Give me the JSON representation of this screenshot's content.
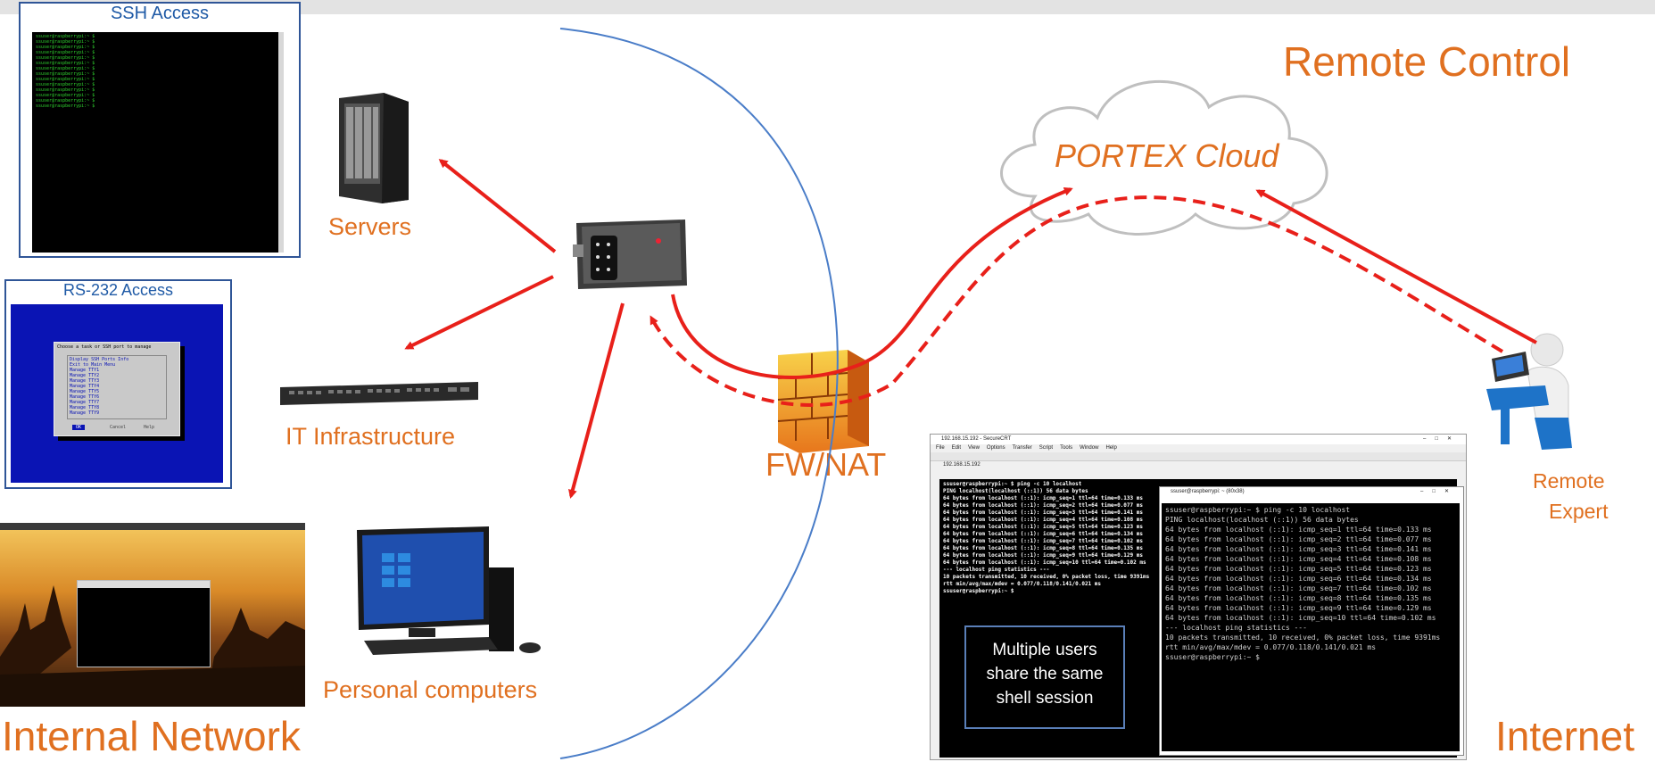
{
  "title": "Remote Control",
  "labels": {
    "internal_network": "Internal Network",
    "internet": "Internet",
    "cloud": "PORTEX Cloud",
    "firewall": "FW/NAT",
    "servers": "Servers",
    "it_infrastructure": "IT Infrastructure",
    "personal_computers": "Personal computers",
    "remote_expert_line1": "Remote",
    "remote_expert_line2": "Expert",
    "multi_user_line1": "Multiple users",
    "multi_user_line2": "share the same",
    "multi_user_line3": "shell session"
  },
  "ssh_panel": {
    "title": "SSH Access",
    "prompt_lines": [
      "ssuser@raspberrypi:~ $",
      "ssuser@raspberrypi:~ $",
      "ssuser@raspberrypi:~ $",
      "ssuser@raspberrypi:~ $",
      "ssuser@raspberrypi:~ $",
      "ssuser@raspberrypi:~ $",
      "ssuser@raspberrypi:~ $",
      "ssuser@raspberrypi:~ $",
      "ssuser@raspberrypi:~ $",
      "ssuser@raspberrypi:~ $",
      "ssuser@raspberrypi:~ $",
      "ssuser@raspberrypi:~ $",
      "ssuser@raspberrypi:~ $",
      "ssuser@raspberrypi:~ $"
    ]
  },
  "rs232_panel": {
    "title": "RS-232 Access",
    "menu_header": "Choose a task or SSH port to manage",
    "menu_items": [
      "Display SSH Ports Info",
      "Exit to Main Menu",
      "Manage TTY1",
      "Manage TTY2",
      "Manage TTY3",
      "Manage TTY4",
      "Manage TTY5",
      "Manage TTY6",
      "Manage TTY7",
      "Manage TTY8",
      "Manage TTY9"
    ],
    "ok_label": "OK",
    "cancel_label": "Cancel",
    "help_label": "Help"
  },
  "crt_window": {
    "title": "192.168.15.192 - SecureCRT",
    "menu": [
      "File",
      "Edit",
      "View",
      "Options",
      "Transfer",
      "Script",
      "Tools",
      "Window",
      "Help"
    ],
    "tab": "192.168.15.192",
    "lines": [
      "ssuser@raspberrypi:~ $ ping -c 10 localhost",
      "PING localhost(localhost (::1)) 56 data bytes",
      "64 bytes from localhost (::1): icmp_seq=1 ttl=64 time=0.133 ms",
      "64 bytes from localhost (::1): icmp_seq=2 ttl=64 time=0.077 ms",
      "64 bytes from localhost (::1): icmp_seq=3 ttl=64 time=0.141 ms",
      "64 bytes from localhost (::1): icmp_seq=4 ttl=64 time=0.108 ms",
      "64 bytes from localhost (::1): icmp_seq=5 ttl=64 time=0.123 ms",
      "64 bytes from localhost (::1): icmp_seq=6 ttl=64 time=0.134 ms",
      "64 bytes from localhost (::1): icmp_seq=7 ttl=64 time=0.102 ms",
      "64 bytes from localhost (::1): icmp_seq=8 ttl=64 time=0.135 ms",
      "64 bytes from localhost (::1): icmp_seq=9 ttl=64 time=0.129 ms",
      "64 bytes from localhost (::1): icmp_seq=10 ttl=64 time=0.102 ms",
      "",
      "--- localhost ping statistics ---",
      "10 packets transmitted, 10 received, 0% packet loss, time 9391ms",
      "rtt min/avg/max/mdev = 0.077/0.118/0.141/0.021 ms",
      "ssuser@raspberrypi:~ $"
    ]
  },
  "putty_window": {
    "title": "ssuser@raspberrypi: ~ (80x38)",
    "lines": [
      "ssuser@raspberrypi:~ $ ping -c 10 localhost",
      "PING localhost(localhost (::1)) 56 data bytes",
      "64 bytes from localhost (::1): icmp_seq=1 ttl=64 time=0.133 ms",
      "64 bytes from localhost (::1): icmp_seq=2 ttl=64 time=0.077 ms",
      "64 bytes from localhost (::1): icmp_seq=3 ttl=64 time=0.141 ms",
      "64 bytes from localhost (::1): icmp_seq=4 ttl=64 time=0.108 ms",
      "64 bytes from localhost (::1): icmp_seq=5 ttl=64 time=0.123 ms",
      "64 bytes from localhost (::1): icmp_seq=6 ttl=64 time=0.134 ms",
      "64 bytes from localhost (::1): icmp_seq=7 ttl=64 time=0.102 ms",
      "64 bytes from localhost (::1): icmp_seq=8 ttl=64 time=0.135 ms",
      "64 bytes from localhost (::1): icmp_seq=9 ttl=64 time=0.129 ms",
      "64 bytes from localhost (::1): icmp_seq=10 ttl=64 time=0.102 ms",
      "",
      "--- localhost ping statistics ---",
      "10 packets transmitted, 10 received, 0% packet loss, time 9391ms",
      "rtt min/avg/max/mdev = 0.077/0.118/0.141/0.021 ms",
      "ssuser@raspberrypi:~ $"
    ]
  },
  "colors": {
    "accent": "#e07020",
    "arrow": "#e8201a",
    "boundary": "#4a7dc8",
    "panel_border": "#2f5597"
  }
}
